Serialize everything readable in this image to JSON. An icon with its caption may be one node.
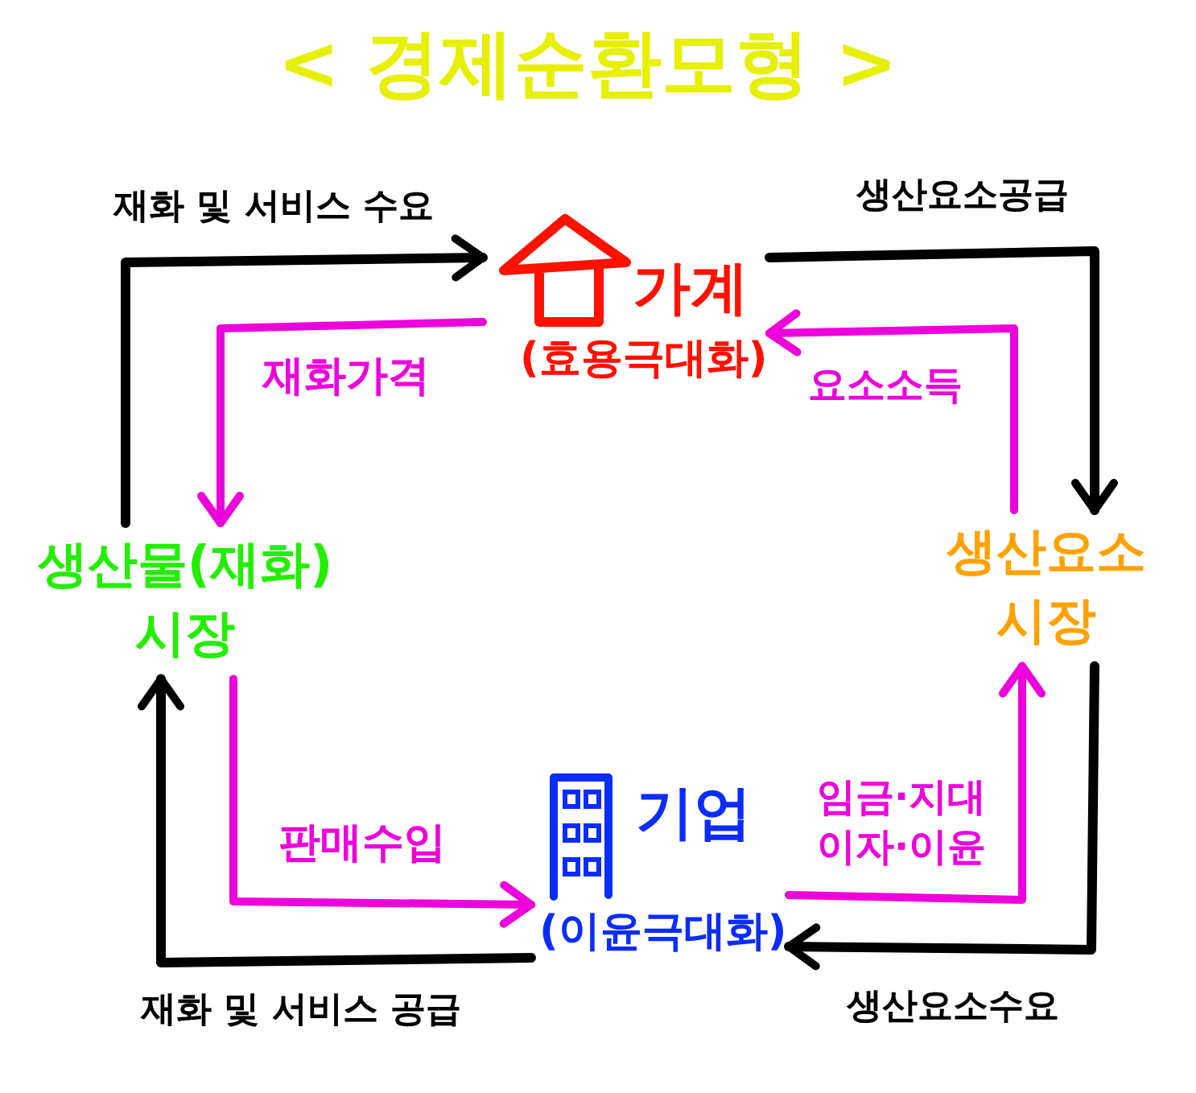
{
  "diagram": {
    "title": "< 경제순환모형 >",
    "nodes": [
      {
        "text": [
          "가계",
          "(효용극대화)"
        ]
      },
      {
        "text": [
          "생산물(재화) 시장"
        ]
      },
      {
        "text": [
          "생산요소 시장"
        ]
      },
      {
        "text": [
          "기업",
          "(이윤극대화)"
        ]
      }
    ],
    "edges": [
      {
        "from": 1,
        "to": 0,
        "arrow": "to",
        "label": "재화 및 서비스 수요"
      },
      {
        "from": 0,
        "to": 1,
        "arrow": "to",
        "label": "재화가격",
        "color": "#ee00dd"
      },
      {
        "from": 0,
        "to": 2,
        "arrow": "to",
        "label": "생산요소공급"
      },
      {
        "from": 2,
        "to": 0,
        "arrow": "to",
        "label": "요소소득",
        "color": "#ee00dd"
      },
      {
        "from": 2,
        "to": 3,
        "arrow": "to",
        "label": "생산요소수요"
      },
      {
        "from": 3,
        "to": 2,
        "arrow": "to",
        "label": "임금·지대 이자·이윤",
        "color": "#ee00dd"
      },
      {
        "from": 3,
        "to": 1,
        "arrow": "to",
        "label": "재화 및 서비스 공급"
      },
      {
        "from": 1,
        "to": 3,
        "arrow": "to",
        "label": "판매수입",
        "color": "#ee00dd"
      }
    ]
  }
}
